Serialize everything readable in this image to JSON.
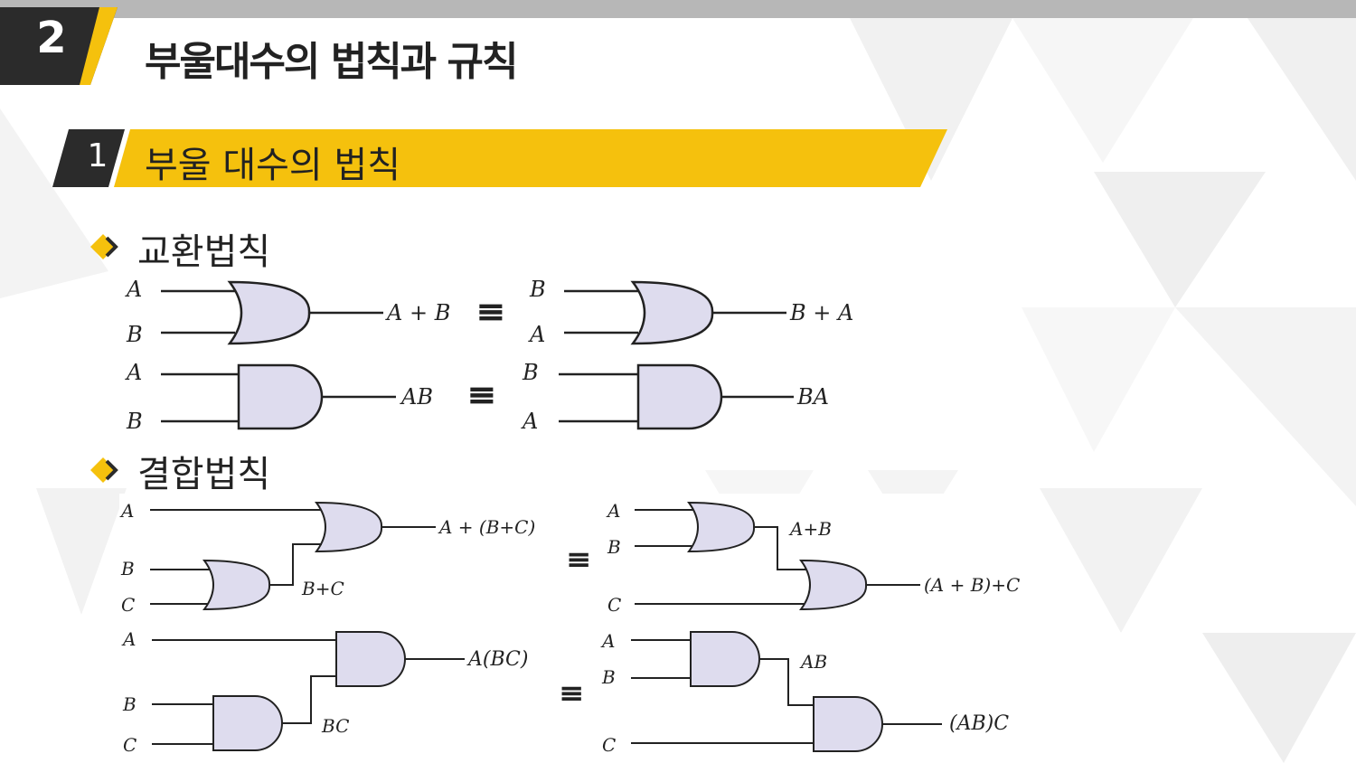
{
  "header": {
    "chapter_number": "2",
    "title": "부울대수의 법칙과 규칙"
  },
  "section": {
    "number": "1",
    "title": "부울 대수의 법칙"
  },
  "colors": {
    "accent": "#f5c10d",
    "dark": "#2b2b2b",
    "gate_fill": "#dedcee"
  },
  "laws": [
    {
      "title": "교환법칙",
      "or_left": {
        "in1": "A",
        "in2": "B",
        "out": "A + B"
      },
      "or_right": {
        "in1": "B",
        "in2": "A",
        "out": "B + A"
      },
      "and_left": {
        "in1": "A",
        "in2": "B",
        "out": "AB"
      },
      "and_right": {
        "in1": "B",
        "in2": "A",
        "out": "BA"
      },
      "equiv": "≡"
    },
    {
      "title": "결합법칙",
      "or_left": {
        "a": "A",
        "b": "B",
        "c": "C",
        "mid": "B+C",
        "out": "A + (B+C)"
      },
      "or_right": {
        "a": "A",
        "b": "B",
        "c": "C",
        "mid": "A+B",
        "out": "(A + B)+C"
      },
      "and_left": {
        "a": "A",
        "b": "B",
        "c": "C",
        "mid": "BC",
        "out": "A(BC)"
      },
      "and_right": {
        "a": "A",
        "b": "B",
        "c": "C",
        "mid": "AB",
        "out": "(AB)C"
      },
      "equiv": "≡"
    }
  ]
}
